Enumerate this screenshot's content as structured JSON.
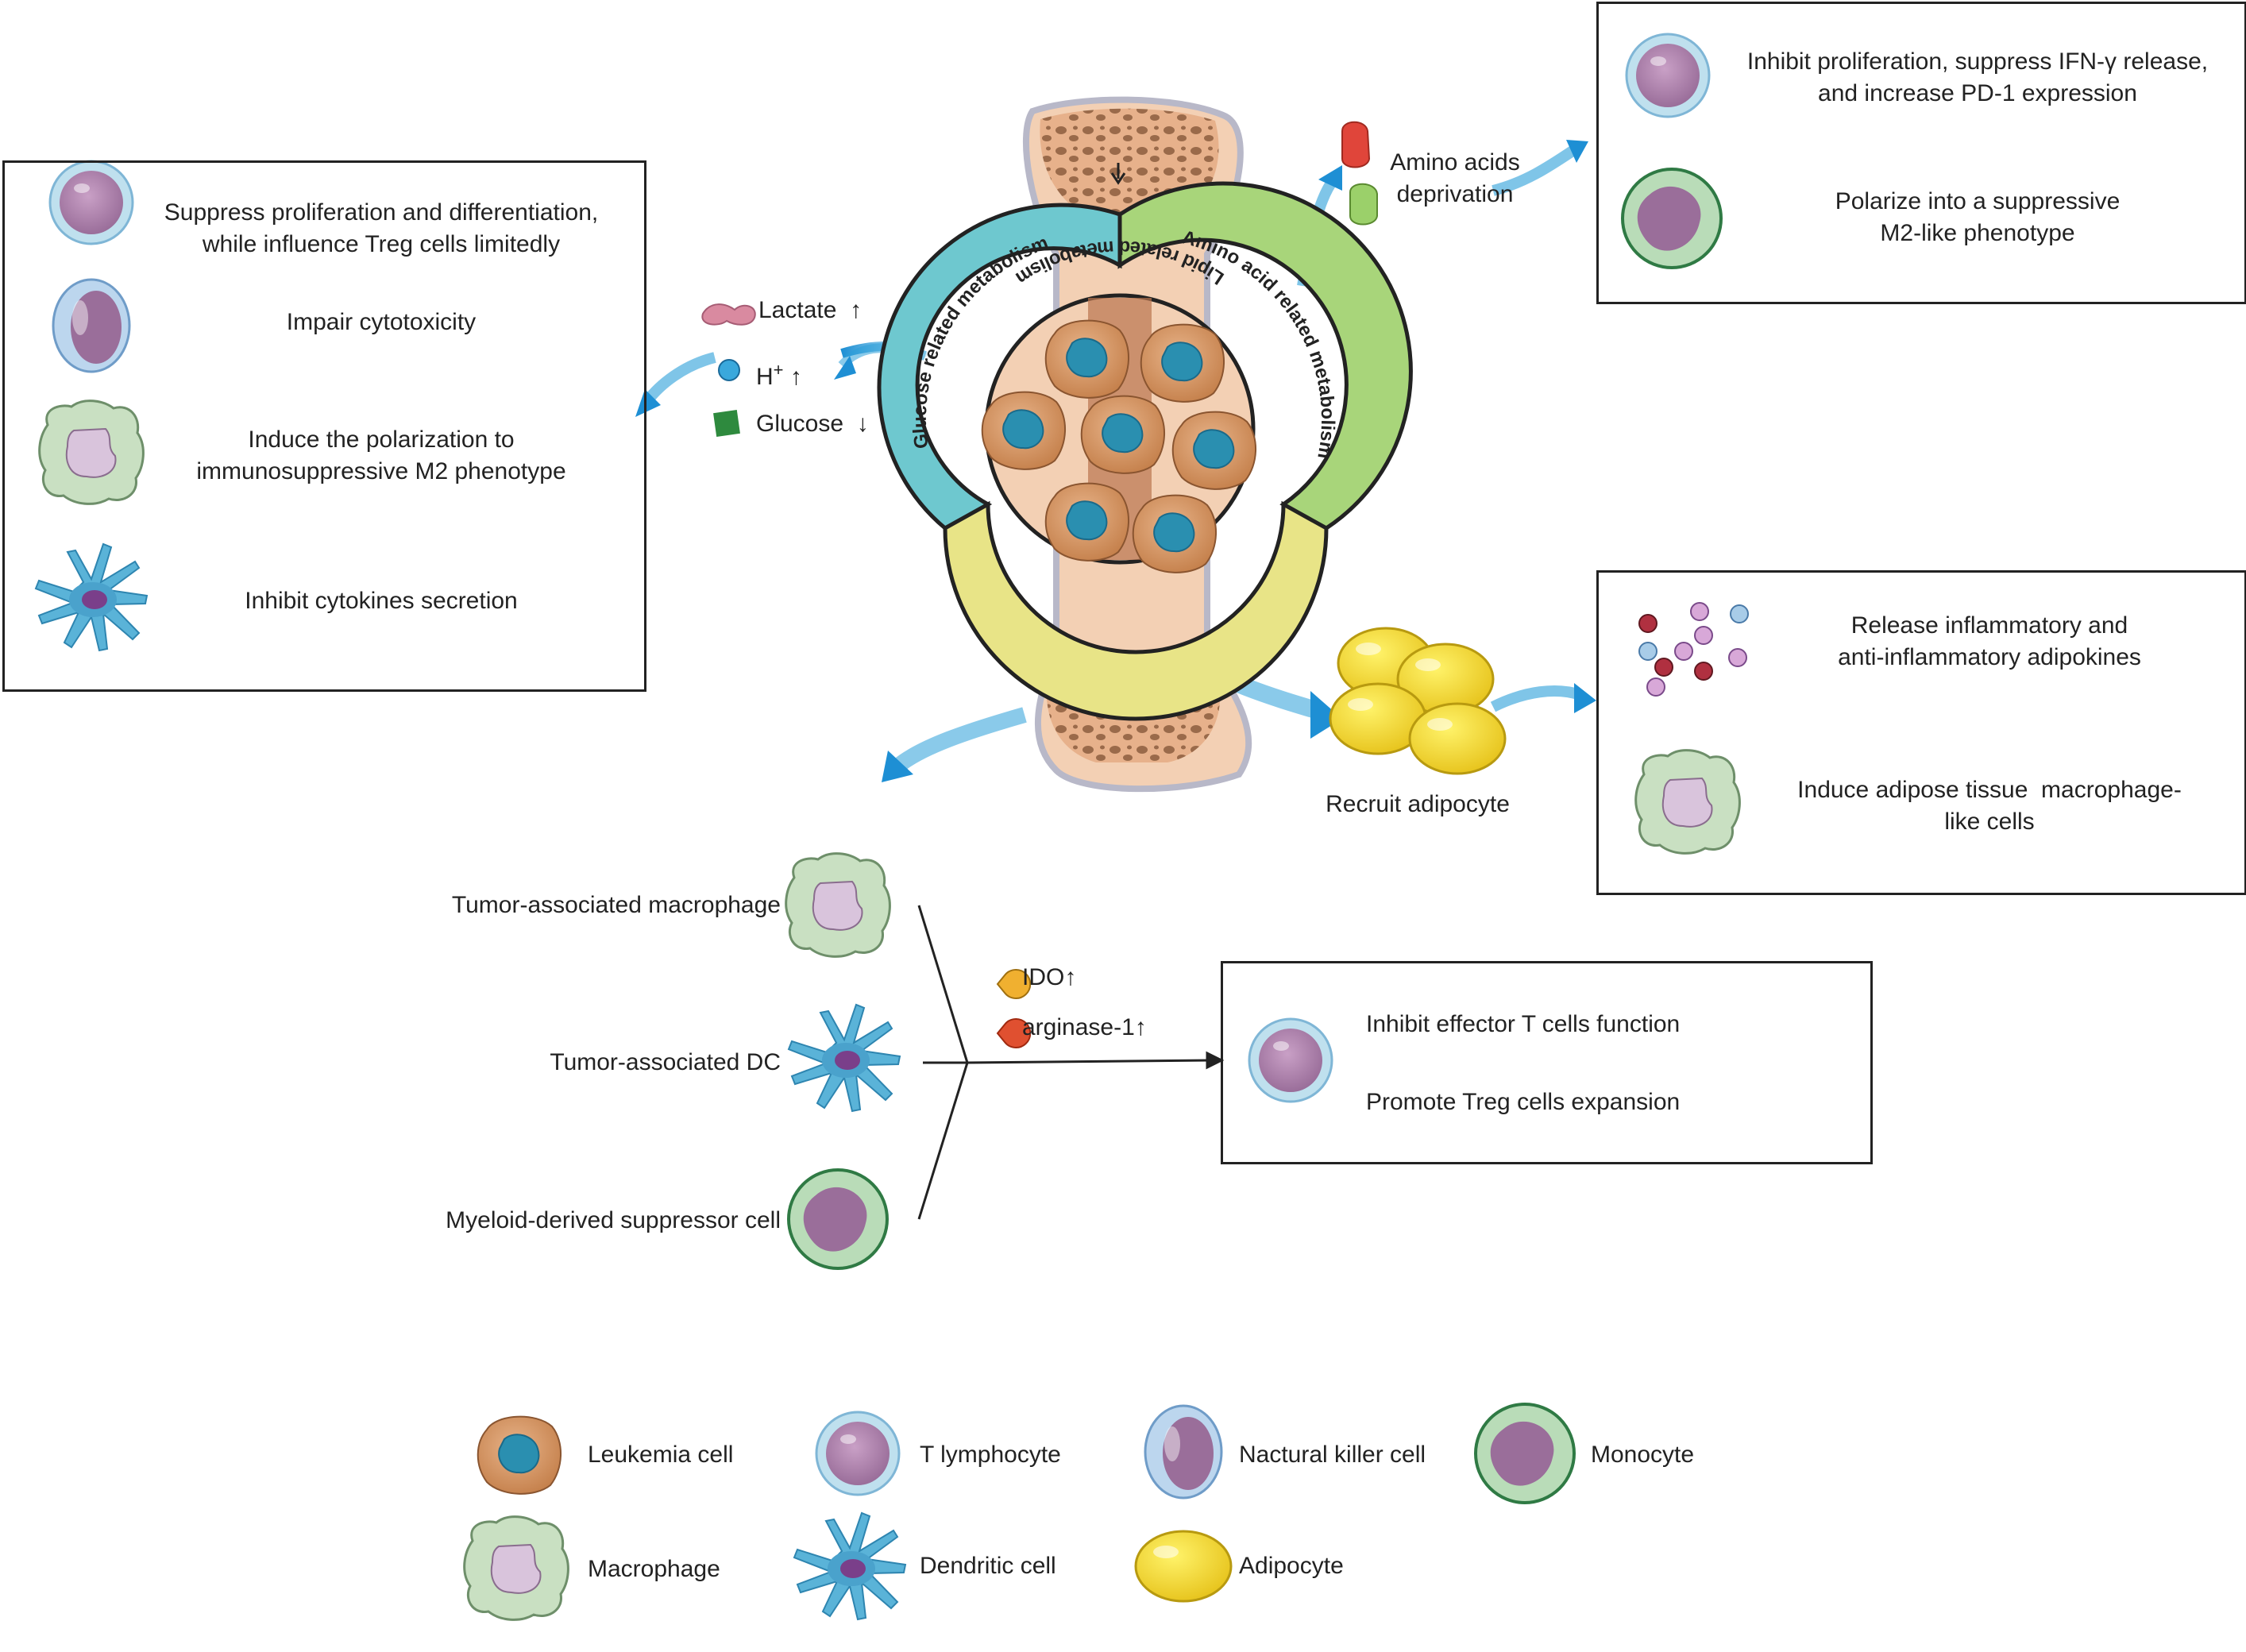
{
  "ring": {
    "glucose": "Glucose related metabolism",
    "amino": "Amino acid related metabolism",
    "lipid": "Lipid related metabolism"
  },
  "glucose_branch": {
    "lactate": "Lactate",
    "h_plus": "H",
    "h_sup": "+",
    "glucose": "Glucose",
    "up_arrow": "↑",
    "down_arrow": "↓"
  },
  "left_box": {
    "t_cell": "Suppress proliferation and differentiation,\nwhile influence Treg cells limitedly",
    "nk_cell": "Impair cytotoxicity",
    "macrophage": "Induce the polarization to\nimmunosuppressive M2 phenotype",
    "dc": "Inhibit cytokines secretion"
  },
  "amino_branch": {
    "label": "Amino acids\ndeprivation"
  },
  "top_right_box": {
    "t_cell": "Inhibit proliferation, suppress IFN-γ release,\nand increase PD-1 expression",
    "monocyte": "Polarize into a suppressive\nM2-like phenotype"
  },
  "lipid_branch": {
    "label": "Recruit adipocyte"
  },
  "mid_right_box": {
    "adipokines": "Release inflammatory and\nanti-inflammatory adipokines",
    "macrophage": "Induce adipose tissue  macrophage-\nlike cells"
  },
  "suppressors": {
    "tam": "Tumor-associated macrophage",
    "tadc": "Tumor-associated DC",
    "mdsc": "Myeloid-derived suppressor cell",
    "ido": "IDO↑",
    "arginase": "arginase-1↑"
  },
  "bottom_box": {
    "line1": "Inhibit effector T cells function",
    "line2": "Promote Treg cells expansion"
  },
  "legend": {
    "leukemia": "Leukemia cell",
    "t_lymphocyte": "T lymphocyte",
    "nk": "Nactural killer cell",
    "monocyte": "Monocyte",
    "macrophage": "Macrophage",
    "dendritic": "Dendritic cell",
    "adipocyte": "Adipocyte"
  },
  "colors": {
    "glucose_segment": "#6ec8cf",
    "amino_segment": "#a8d57a",
    "lipid_segment": "#e8e487",
    "arrow": "#2a9fd8",
    "bone": "#f0c9a8",
    "leukemia_cell": "#d99a67",
    "nucleus": "#2a8fb0",
    "adipocyte": "#f2d52a"
  }
}
